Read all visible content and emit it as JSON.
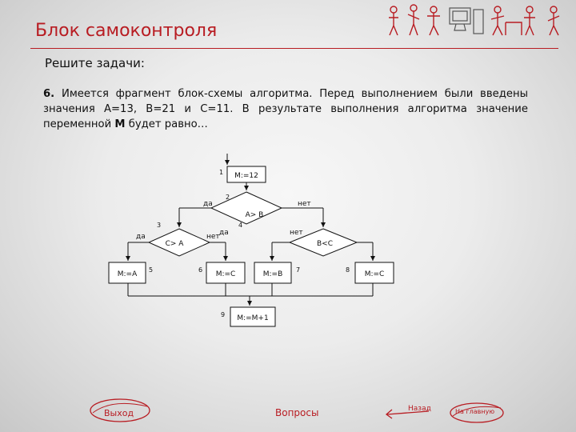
{
  "slide": {
    "title": "Блок самоконтроля",
    "subtitle": "Решите задачи:",
    "task_number": "6.",
    "task_text": "Имеется фрагмент блок-схемы алгоритма. Перед выполнением были введены значения A=13, B=21 и C=11. В результате выполнения алгоритма значение переменной",
    "task_var": "M",
    "task_end": "будет равно…"
  },
  "flowchart": {
    "blocks": {
      "b1": "M:=12",
      "b2": "A> B",
      "b3": "C> A",
      "b4": "B<C",
      "b5": "M:=A",
      "b6": "M:=C",
      "b7": "M:=B",
      "b8": "M:=C",
      "b9": "M:=M+1"
    },
    "numbers": {
      "n1": "1",
      "n2": "2",
      "n3": "3",
      "n4": "4",
      "n5": "5",
      "n6": "6",
      "n7": "7",
      "n8": "8",
      "n9": "9"
    },
    "branch_labels": {
      "d2_yes": "да",
      "d2_no": "нет",
      "d3_yes": "да",
      "d3_no": "нет",
      "d4_yes": "да",
      "d4_no": "нет"
    }
  },
  "nav": {
    "exit": "Выход",
    "questions": "Вопросы",
    "back": "Назад",
    "start": "На главную"
  },
  "colors": {
    "accent": "#b81c22",
    "text": "#111111"
  }
}
